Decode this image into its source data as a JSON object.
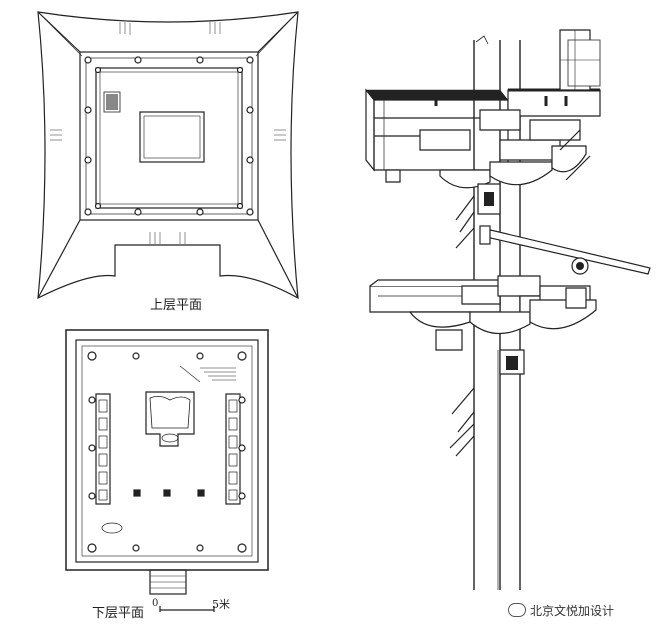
{
  "labels": {
    "upper_plan": "上层平面",
    "lower_plan": "下层平面",
    "scale_zero": "0",
    "scale_five": "5米"
  },
  "watermark": {
    "text": "北京文悦加设计",
    "icon": "wechat-icon"
  },
  "colors": {
    "line": "#222222",
    "paper": "#ffffff"
  }
}
